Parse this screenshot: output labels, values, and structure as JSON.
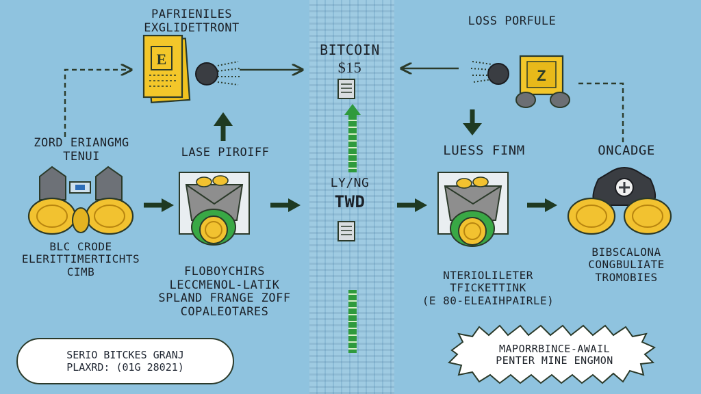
{
  "top_left": {
    "title": "PAFRIENILES\nEXGLIDETTRONT"
  },
  "top_right": {
    "title": "LOSS PORFULE"
  },
  "center": {
    "top_label": "BITCOIN",
    "top_value": "$15",
    "mid_label": "LY/NG",
    "mid_value": "TWD"
  },
  "left_group": {
    "title": "ZORD ERIANGMG\nTENUI",
    "caption": "BLC CRODE\nELERITTIMERTICHTS\nCIMB"
  },
  "lase_group": {
    "title": "LASE PIROIFF",
    "caption": "FLOBOYCHIRS\nLECCMENOL-LATIK\nSPLAND FRANGE ZOFF\nCOPALEOTARES"
  },
  "luess_group": {
    "title": "LUESS FINM",
    "caption": "NTERIOLILETER\nTFICKETTINK\n(E 80-ELEAIHPAIRLE)"
  },
  "oncadge_group": {
    "title": "ONCADGE",
    "caption": "BIBSCALONA\nCONGBULIATE\nTROMOBIES"
  },
  "bubble_left": {
    "text": "SERIO BITCKES GRANJ\nPLAXRD: (01G 28021)"
  },
  "bubble_right": {
    "text": "MAPORRBINCE-AWAIL\nPENTER MINE ENGMON"
  },
  "colors": {
    "background": "#8fc3df",
    "coin": "#f2c230",
    "coin_edge": "#b8850f",
    "box": "#8e8e8e",
    "green": "#39a845",
    "arrow": "#2b3a2a"
  }
}
